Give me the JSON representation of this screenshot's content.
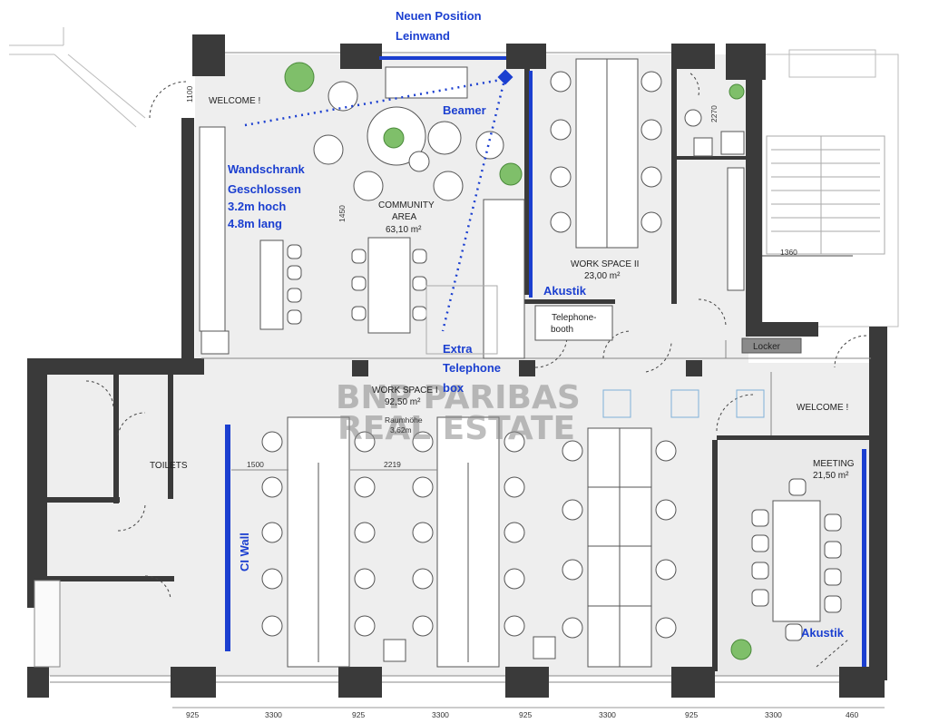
{
  "annotations": {
    "screen_line1": "Neuen Position",
    "screen_line2": "Leinwand",
    "beamer": "Beamer",
    "cabinet_line1": "Wandschrank",
    "cabinet_line2": "Geschlossen",
    "cabinet_line3": "3.2m hoch",
    "cabinet_line4": "4.8m lang",
    "akustik_ws2": "Akustik",
    "telephone_line1": "Extra",
    "telephone_line2": "Telephone",
    "telephone_line3": "box",
    "ci_wall": "CI Wall",
    "akustik_meeting": "Akustik"
  },
  "rooms": {
    "welcome_top": "WELCOME !",
    "community_line1": "COMMUNITY",
    "community_line2": "AREA",
    "community_area": "63,10 m²",
    "ws2_name": "WORK SPACE II",
    "ws2_area": "23,00 m²",
    "phonebooth_line1": "Telephone-",
    "phonebooth_line2": "booth",
    "locker": "Locker",
    "ws1_name": "WORK SPACE I",
    "ws1_area": "92,50 m²",
    "raumhoehe_line1": "Raumhöhe",
    "raumhoehe_line2": "3,62m",
    "toilets": "TOILETS",
    "welcome_right": "WELCOME !",
    "meeting_name": "MEETING",
    "meeting_area": "21,50 m²"
  },
  "dimensions": {
    "d_1100": "1100",
    "d_2270": "2270",
    "d_1450": "1450",
    "d_1360": "1360",
    "d_1500": "1500",
    "d_2219": "2219",
    "bottom": [
      "925",
      "3300",
      "925",
      "3300",
      "925",
      "3300",
      "925",
      "3300",
      "460"
    ]
  },
  "watermark": {
    "line1": "BNP PARIBAS",
    "line2": "REAL ESTATE"
  },
  "colors": {
    "wall": "#3a3a3a",
    "floor": "#eeeeee",
    "annotation_blue": "#1b3fd0",
    "plant_green": "#7fbf6a"
  }
}
